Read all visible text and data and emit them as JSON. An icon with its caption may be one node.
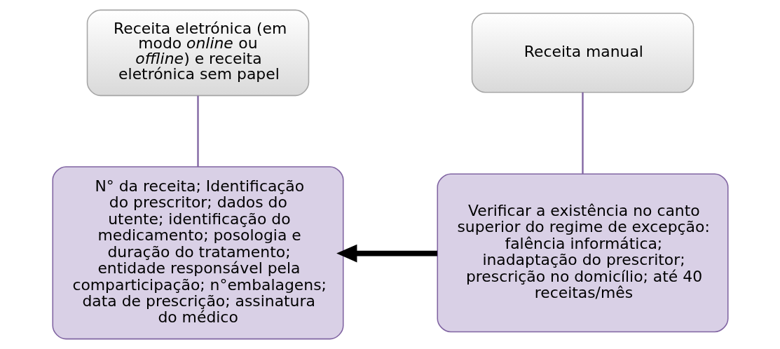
{
  "diagram": {
    "nodes": [
      {
        "text": [
          "Receita eletrónica (em modo *online* ou *offline*) e receita eletrónica sem papel"
        ]
      },
      {
        "text": [
          "Receita manual"
        ]
      },
      {
        "text": [
          "N° da receita; Identificação do prescritor; dados do utente; identificação do medicamento; posologia e duração do tratamento; entidade responsável pela comparticipação; n°embalagens; data de prescrição; assinatura do médico"
        ]
      },
      {
        "text": [
          "Verificar a existência no canto superior do regime de excepção: falência informática; inadaptação do prescritor; prescrição no domicílio; até 40 receitas/mês"
        ]
      }
    ],
    "edges": [
      {
        "from": 0,
        "to": 2,
        "arrow": "none"
      },
      {
        "from": 1,
        "to": 3,
        "arrow": "none"
      },
      {
        "from": 3,
        "to": 2,
        "arrow": "to",
        "style": "thick",
        "color": "#000000"
      }
    ]
  }
}
